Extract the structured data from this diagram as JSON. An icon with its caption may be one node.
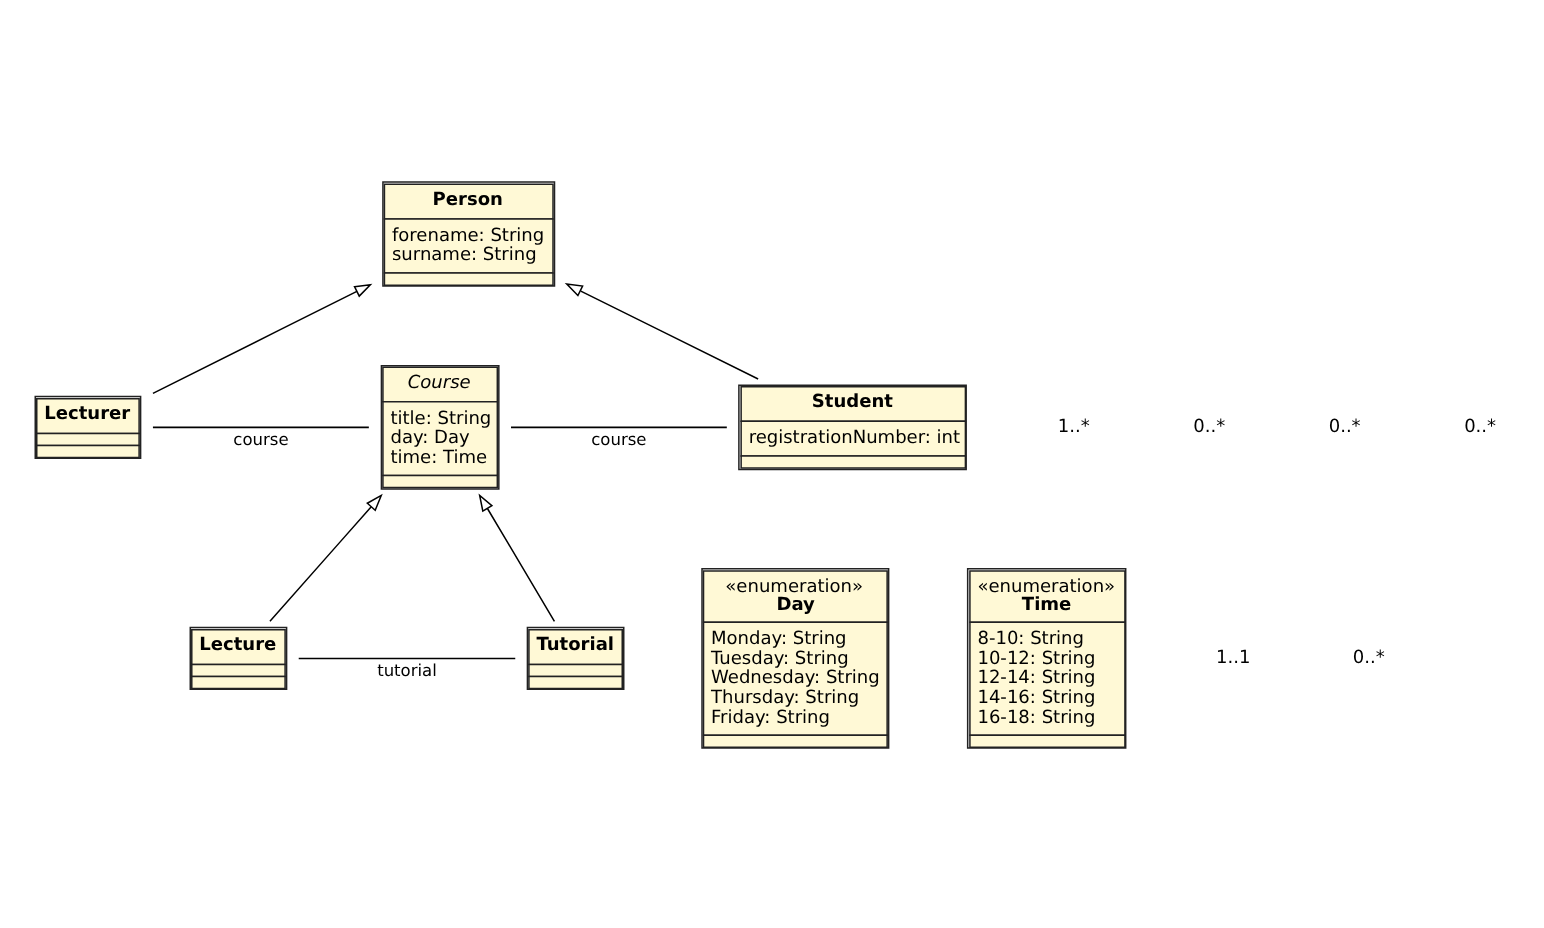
{
  "diagram": {
    "nodes": [
      {
        "text": [
          "Person",
          "forename: String",
          "surname: String"
        ]
      },
      {
        "text": [
          "Lecturer"
        ]
      },
      {
        "text": [
          "Course",
          "title: String",
          "day: Day",
          "time: Time"
        ]
      },
      {
        "text": [
          "Student",
          "registrationNumber: int"
        ]
      },
      {
        "text": [
          "«enumeration»",
          "Day",
          "Monday: String",
          "Tuesday: String",
          "Wednesday: String",
          "Thursday: String",
          "Friday: String"
        ]
      },
      {
        "text": [
          "«enumeration»",
          "Time",
          "8-10: String",
          "10-12: String",
          "12-14: String",
          "14-16: String",
          "16-18: String"
        ]
      },
      {
        "text": [
          "Lecture"
        ]
      },
      {
        "text": [
          "Tutorial"
        ]
      }
    ],
    "edges": [
      {
        "from": 3,
        "to": 0,
        "arrow": "to"
      },
      {
        "from": 1,
        "to": 0,
        "arrow": "to"
      },
      {
        "from": 1,
        "to": 2,
        "arrow": "none",
        "label": "course"
      },
      {
        "from": 3,
        "to": 2,
        "arrow": "none",
        "label": "course"
      },
      {
        "from": 6,
        "to": 2,
        "arrow": "to"
      },
      {
        "from": 7,
        "to": 2,
        "arrow": "to"
      },
      {
        "from": 6,
        "to": 7,
        "arrow": "none",
        "label": "tutorial"
      }
    ],
    "labels": [
      "1..*",
      "0..*",
      "0..*",
      "0..*",
      "1..1",
      "0..*"
    ]
  }
}
